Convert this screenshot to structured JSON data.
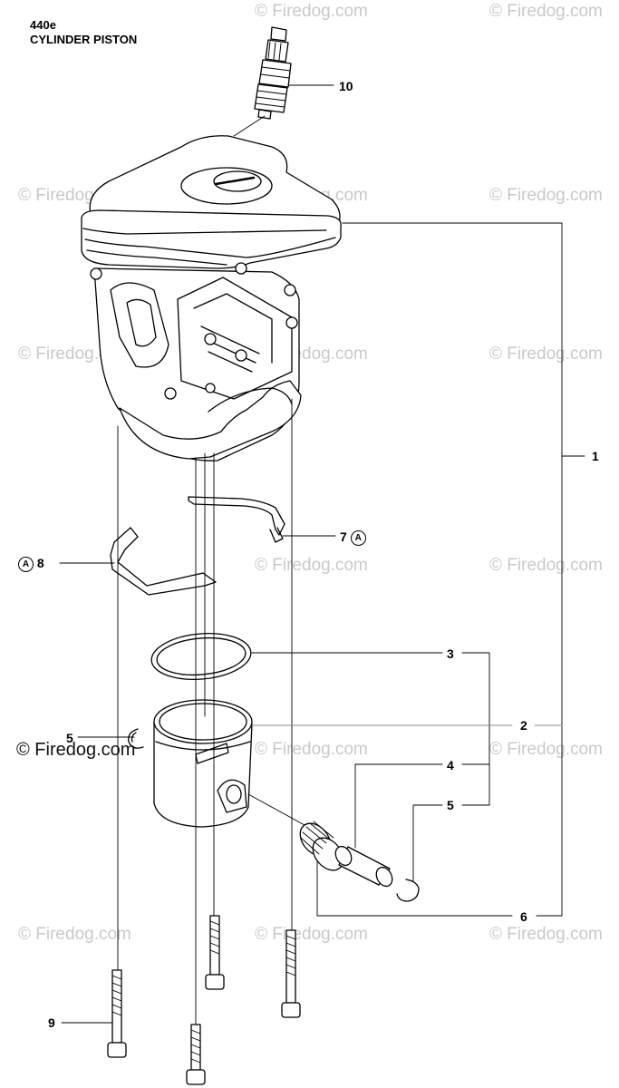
{
  "header": {
    "model": "440e",
    "section": "CYLINDER PISTON"
  },
  "watermark": {
    "text": "© Firedog.com"
  },
  "reference_marker": "A",
  "callouts": [
    {
      "id": "1",
      "label": "1",
      "part": "cylinder"
    },
    {
      "id": "2",
      "label": "2",
      "part": "piston"
    },
    {
      "id": "3",
      "label": "3",
      "part": "piston ring"
    },
    {
      "id": "4",
      "label": "4",
      "part": "piston pin"
    },
    {
      "id": "5a",
      "label": "5",
      "part": "circlip (left)"
    },
    {
      "id": "5b",
      "label": "5",
      "part": "circlip (right)"
    },
    {
      "id": "6",
      "label": "6",
      "part": "needle bearing"
    },
    {
      "id": "7",
      "label": "7",
      "part": "clip",
      "marker": "A"
    },
    {
      "id": "8",
      "label": "8",
      "part": "clip",
      "marker": "A"
    },
    {
      "id": "9",
      "label": "9",
      "part": "screw"
    },
    {
      "id": "10",
      "label": "10",
      "part": "spark plug"
    }
  ]
}
